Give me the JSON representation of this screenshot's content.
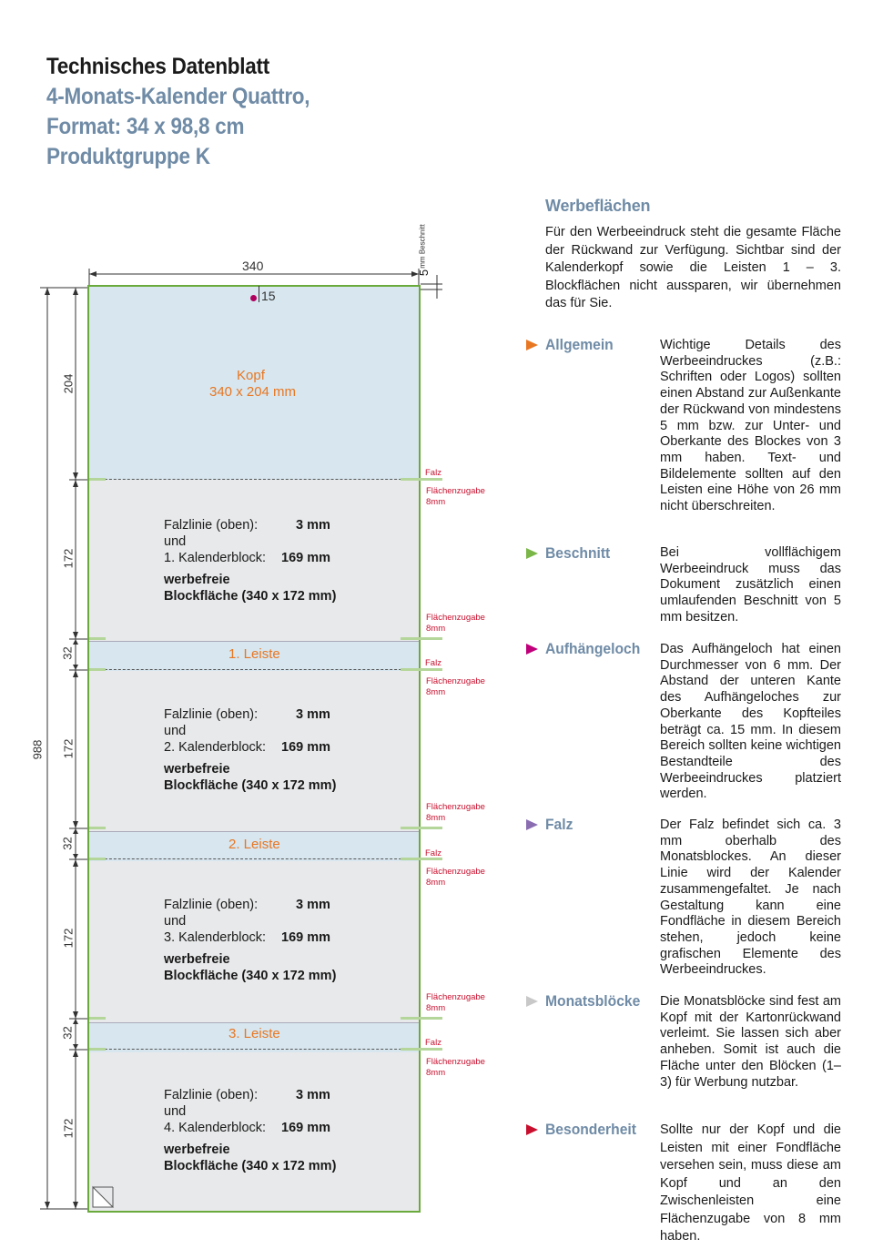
{
  "title": {
    "line1": "Technisches Datenblatt",
    "line2": "4-Monats-Kalender  Quattro,",
    "line3": "Format: 34 x 98,8 cm",
    "line4": "Produktgruppe K"
  },
  "diagram": {
    "width_label": "340",
    "height_label": "988",
    "beschnitt_num": "5",
    "beschnitt_label": "mm Beschnitt",
    "hole_offset": "15",
    "dims": {
      "kopf": "204",
      "block1": "172",
      "leiste1": "32",
      "block2": "172",
      "leiste2": "32",
      "block3": "172",
      "leiste3": "32",
      "block4": "172"
    },
    "kopf_label": "Kopf",
    "kopf_size": "340 x 204 mm",
    "falz": "Falz",
    "zugabe_line1": "Flächenzugabe",
    "zugabe_line2": "8mm",
    "leiste_labels": [
      "1. Leiste",
      "2. Leiste",
      "3. Leiste"
    ],
    "blocks": [
      {
        "falz_label": "Falzlinie (oben):",
        "falz_val": "3 mm",
        "und": "und",
        "kb_label": "1. Kalenderblock:",
        "kb_val": "169 mm",
        "wf1": "werbefreie",
        "wf2": "Blockfläche (340 x 172 mm)"
      },
      {
        "falz_label": "Falzlinie (oben):",
        "falz_val": "3 mm",
        "und": "und",
        "kb_label": "2. Kalenderblock:",
        "kb_val": "169 mm",
        "wf1": "werbefreie",
        "wf2": "Blockfläche (340 x 172 mm)"
      },
      {
        "falz_label": "Falzlinie (oben):",
        "falz_val": "3 mm",
        "und": "und",
        "kb_label": "3. Kalenderblock:",
        "kb_val": "169 mm",
        "wf1": "werbefreie",
        "wf2": "Blockfläche (340 x 172 mm)"
      },
      {
        "falz_label": "Falzlinie (oben):",
        "falz_val": "3 mm",
        "und": "und",
        "kb_label": "4. Kalenderblock:",
        "kb_val": "169 mm",
        "wf1": "werbefreie",
        "wf2": "Blockfläche (340 x 172 mm)"
      }
    ]
  },
  "werbeflaechen": {
    "heading": "Werbeflächen",
    "text": "Für den Werbeeindruck steht die gesamte Fläche der Rückwand zur Verfügung. Sichtbar sind der Kalenderkopf sowie die Leisten 1 – 3. Blockflächen nicht aussparen, wir übernehmen das für Sie."
  },
  "items": [
    {
      "label": "Allgemein",
      "arrow_color": "#e87722",
      "text": "Wichtige Details des Werbeeindruckes (z.B.: Schriften oder Logos) sollten einen Abstand zur Außenkante der Rückwand von mindestens 5 mm bzw. zur Unter- und Oberkante des Blockes von 3 mm haben. Text- und Bildelemente sollten auf den Leisten eine Höhe von 26 mm nicht überschreiten."
    },
    {
      "label": "Beschnitt",
      "arrow_color": "#7ab648",
      "text": "Bei vollflächigem Werbeeindruck muss das Dokument zusätzlich einen umlaufenden Beschnitt von 5 mm besitzen."
    },
    {
      "label": "Aufhängeloch",
      "arrow_color": "#c0007a",
      "text": "Das Aufhängeloch hat einen Durchmesser von 6 mm. Der Abstand der unteren Kante des Aufhängeloches zur Oberkante des Kopfteiles beträgt ca. 15 mm. In diesem Bereich sollten keine wichtigen Bestandteile des Werbeeindruckes platziert werden."
    },
    {
      "label": "Falz",
      "arrow_color": "#8a6db1",
      "text": "Der Falz befindet sich ca. 3 mm oberhalb des Monatsblockes. An dieser Linie wird der Kalender zusammengefaltet. Je nach Gestaltung kann eine Fondfläche in diesem Bereich stehen, jedoch keine grafischen Elemente des Werbeeindruckes."
    },
    {
      "label": "Monatsblöcke",
      "arrow_color": "#c8c8c8",
      "text": "Die Monatsblöcke sind fest am Kopf mit der Kartonrückwand verleimt. Sie lassen sich aber anheben. Somit ist auch die Fläche unter den Blöcken (1–3) für Werbung nutzbar."
    },
    {
      "label": "Besonderheit",
      "arrow_color": "#c8102e",
      "text": "Sollte nur der Kopf und die Leisten mit einer Fondfläche versehen sein, muss diese am Kopf und an den Zwischenleisten eine Flächenzugabe von 8 mm haben."
    }
  ]
}
